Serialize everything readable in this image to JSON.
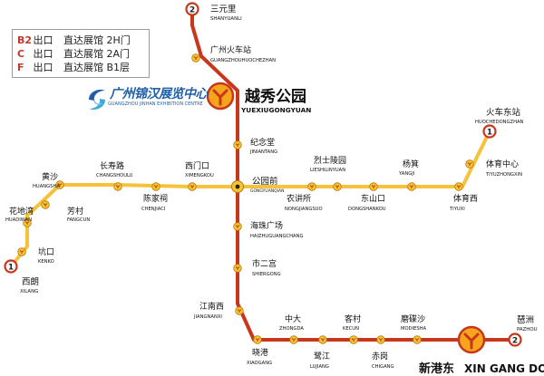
{
  "legend": [
    {
      "code": "B2",
      "exit": "出口",
      "desc": "直达展馆 2H门"
    },
    {
      "code": "C",
      "exit": "出口",
      "desc": "直达展馆 2A门"
    },
    {
      "code": "F",
      "exit": "出口",
      "desc": "直达展馆 B1层"
    }
  ],
  "logo": {
    "title": "广州锦汉展览中心",
    "subtitle": "GUANGZHOU JINHAN EXHIBITION CENTRE"
  },
  "colors": {
    "line1": "#f5c23a",
    "line2": "#c8361b",
    "interchange": "#c8361b",
    "station_fill": "#f7c52e"
  },
  "line_badges": {
    "north": "2",
    "east": "1",
    "west": "1",
    "south_east": "2"
  },
  "major_stations": {
    "yuexiu": {
      "cn": "越秀公园",
      "en": "YUEXIUGONGYUAN"
    },
    "xingangdong": {
      "cn": "新港东",
      "en": "XIN GANG DONG"
    }
  },
  "stations": {
    "sanyuanli": {
      "cn": "三元里",
      "en": "SHANYUANLI"
    },
    "guangzhouhuochezhan": {
      "cn": "广州火车站",
      "en": "GUANGZHOUHUOCHEZHAN"
    },
    "jiniantang": {
      "cn": "纪念堂",
      "en": "JINIANTANG"
    },
    "gongyuanqian": {
      "cn": "公园前",
      "en": "GONGYUANQIAN"
    },
    "haizhuguangchang": {
      "cn": "海珠广场",
      "en": "HAIZHUGUANGCHANG"
    },
    "shiergong": {
      "cn": "市二宫",
      "en": "SHIERGONG"
    },
    "jiangnanxi": {
      "cn": "江南西",
      "en": "JIANGNANXI"
    },
    "xiaogang": {
      "cn": "晓港",
      "en": "XIAOGANG"
    },
    "zhongda": {
      "cn": "中大",
      "en": "ZHONGDA"
    },
    "lujiang": {
      "cn": "鹭江",
      "en": "LUJIANG"
    },
    "kecun": {
      "cn": "客村",
      "en": "KECUN"
    },
    "chigang": {
      "cn": "赤岗",
      "en": "CHIGANG"
    },
    "modiesha": {
      "cn": "磨碟沙",
      "en": "MODIESHA"
    },
    "pazhou": {
      "cn": "琶洲",
      "en": "PAZHOU"
    },
    "nongjiangsuo": {
      "cn": "农讲所",
      "en": "NONGJIANGSUO"
    },
    "lieshilingyuan": {
      "cn": "烈士陵园",
      "en": "LIESHILINYUAN"
    },
    "dongshankou": {
      "cn": "东山口",
      "en": "DONGSHANKOU"
    },
    "yangji": {
      "cn": "杨箕",
      "en": "YANGJI"
    },
    "tiyuxi": {
      "cn": "体育西",
      "en": "TIYUXI"
    },
    "tiyuzhongxin": {
      "cn": "体育中心",
      "en": "TIYUZHONGXIN"
    },
    "huochedongzhan": {
      "cn": "火车东站",
      "en": "HUOCHEDONGZHAN"
    },
    "ximenkou": {
      "cn": "西门口",
      "en": "XIMENGKOU"
    },
    "chenjiaci": {
      "cn": "陈家祠",
      "en": "CHENJIACI"
    },
    "changshoulu": {
      "cn": "长寿路",
      "en": "CHANGSHOULU"
    },
    "huangsha": {
      "cn": "黄沙",
      "en": "HUANGSHA"
    },
    "fangcun": {
      "cn": "芳村",
      "en": "FANGCUN"
    },
    "huadiwan": {
      "cn": "花地湾",
      "en": "HUADIWAN"
    },
    "kengkou": {
      "cn": "坑口",
      "en": "KENKO"
    },
    "xilang": {
      "cn": "西朗",
      "en": "XILANG"
    }
  }
}
